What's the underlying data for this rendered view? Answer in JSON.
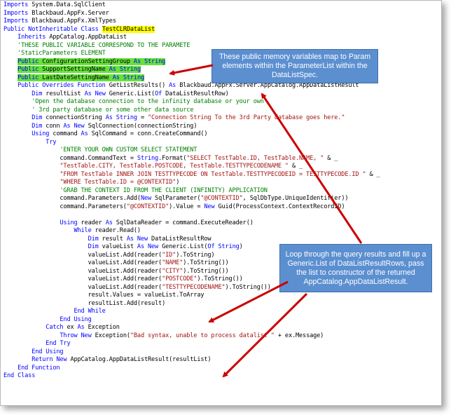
{
  "code_lines": [
    [
      {
        "t": "Imports",
        "c": "kw"
      },
      {
        "t": " System.Data.SqlClient",
        "c": "pl"
      }
    ],
    [
      {
        "t": "Imports",
        "c": "kw"
      },
      {
        "t": " Blackbaud.AppFx.Server",
        "c": "pl"
      }
    ],
    [
      {
        "t": "Imports",
        "c": "kw"
      },
      {
        "t": " Blackbaud.AppFx.XmlTypes",
        "c": "pl"
      }
    ],
    [
      {
        "t": "Public NotInheritable Class",
        "c": "kw"
      },
      {
        "t": " ",
        "c": "pl"
      },
      {
        "t": "TestCLRDataList",
        "c": "pl",
        "h": "yellow"
      }
    ],
    [
      {
        "t": "    ",
        "c": "pl"
      },
      {
        "t": "Inherits",
        "c": "kw"
      },
      {
        "t": " AppCatalog.AppDataList",
        "c": "pl"
      }
    ],
    [
      {
        "t": "    'THESE PUBLIC VARIABLE CORRESPOND TO THE PARAMETE",
        "c": "cm"
      }
    ],
    [
      {
        "t": "    'StaticParameters ELEMENT",
        "c": "cm"
      }
    ],
    [
      {
        "t": "    ",
        "c": "pl"
      },
      {
        "t": "Public",
        "c": "kw",
        "h": "green"
      },
      {
        "t": " ConfigurationSettingGroup ",
        "c": "pl",
        "h": "green"
      },
      {
        "t": "As String",
        "c": "kw",
        "h": "green"
      }
    ],
    [
      {
        "t": "    ",
        "c": "pl"
      },
      {
        "t": "Public",
        "c": "kw",
        "h": "green"
      },
      {
        "t": " SupportSettingName ",
        "c": "pl",
        "h": "green"
      },
      {
        "t": "As String",
        "c": "kw",
        "h": "green"
      }
    ],
    [
      {
        "t": "    ",
        "c": "pl"
      },
      {
        "t": "Public",
        "c": "kw",
        "h": "green"
      },
      {
        "t": " LastDateSettingName ",
        "c": "pl",
        "h": "green"
      },
      {
        "t": "As String",
        "c": "kw",
        "h": "green"
      }
    ],
    [
      {
        "t": "    ",
        "c": "pl"
      },
      {
        "t": "Public Overrides Function",
        "c": "kw"
      },
      {
        "t": " GetListResults() ",
        "c": "pl"
      },
      {
        "t": "As",
        "c": "kw"
      },
      {
        "t": " Blackbaud.AppFx.Server.AppCatalog.AppDataListResult",
        "c": "pl"
      }
    ],
    [
      {
        "t": "        ",
        "c": "pl"
      },
      {
        "t": "Dim",
        "c": "kw"
      },
      {
        "t": " resultList ",
        "c": "pl"
      },
      {
        "t": "As New",
        "c": "kw"
      },
      {
        "t": " Generic.List(",
        "c": "pl"
      },
      {
        "t": "Of",
        "c": "kw"
      },
      {
        "t": " DataListResultRow)",
        "c": "pl"
      }
    ],
    [
      {
        "t": "        'Open the database connection to the infinity database or your own",
        "c": "cm"
      }
    ],
    [
      {
        "t": "        ' 3rd party database or some other data source",
        "c": "cm"
      }
    ],
    [
      {
        "t": "        ",
        "c": "pl"
      },
      {
        "t": "Dim",
        "c": "kw"
      },
      {
        "t": " connectionString ",
        "c": "pl"
      },
      {
        "t": "As String",
        "c": "kw"
      },
      {
        "t": " = ",
        "c": "pl"
      },
      {
        "t": "\"Connection String To the 3rd Party database goes here.\"",
        "c": "str"
      }
    ],
    [
      {
        "t": "        ",
        "c": "pl"
      },
      {
        "t": "Dim",
        "c": "kw"
      },
      {
        "t": " conn ",
        "c": "pl"
      },
      {
        "t": "As New",
        "c": "kw"
      },
      {
        "t": " SqlConnection(connectionString)",
        "c": "pl"
      }
    ],
    [
      {
        "t": "        ",
        "c": "pl"
      },
      {
        "t": "Using",
        "c": "kw"
      },
      {
        "t": " command ",
        "c": "pl"
      },
      {
        "t": "As",
        "c": "kw"
      },
      {
        "t": " SqlCommand = conn.CreateCommand()",
        "c": "pl"
      }
    ],
    [
      {
        "t": "            ",
        "c": "pl"
      },
      {
        "t": "Try",
        "c": "kw"
      }
    ],
    [
      {
        "t": "                'ENTER YOUR OWN CUSTOM SELECT STATEMENT",
        "c": "cm"
      }
    ],
    [
      {
        "t": "                command.CommandText = ",
        "c": "pl"
      },
      {
        "t": "String",
        "c": "kw"
      },
      {
        "t": ".Format(",
        "c": "pl"
      },
      {
        "t": "\"SELECT TestTable.ID, TestTable.NAME, \"",
        "c": "str"
      },
      {
        "t": " & _",
        "c": "pl"
      }
    ],
    [
      {
        "t": "                ",
        "c": "pl"
      },
      {
        "t": "\"TestTable.CITY, TestTable.POSTCODE, TestTable.TESTTYPECODENAME \"",
        "c": "str"
      },
      {
        "t": " & _",
        "c": "pl"
      }
    ],
    [
      {
        "t": "                ",
        "c": "pl"
      },
      {
        "t": "\"FROM TestTable INNER JOIN TESTTYPECODE ON TestTable.TESTTYPECODEID = TESTTYPECODE.ID \"",
        "c": "str"
      },
      {
        "t": " & _",
        "c": "pl"
      }
    ],
    [
      {
        "t": "                ",
        "c": "pl"
      },
      {
        "t": "\"WHERE TestTable.ID = @CONTEXTID\"",
        "c": "str"
      },
      {
        "t": ")",
        "c": "pl"
      }
    ],
    [
      {
        "t": "                'GRAB THE CONTEXT ID FROM THE CLIENT (INFINITY) APPLICATION",
        "c": "cm"
      }
    ],
    [
      {
        "t": "                command.Parameters.Add(",
        "c": "pl"
      },
      {
        "t": "New",
        "c": "kw"
      },
      {
        "t": " SqlParameter(",
        "c": "pl"
      },
      {
        "t": "\"@CONTEXTID\"",
        "c": "str"
      },
      {
        "t": ", SqlDbType.UniqueIdentifier))",
        "c": "pl"
      }
    ],
    [
      {
        "t": "                command.Parameters(",
        "c": "pl"
      },
      {
        "t": "\"@CONTEXTID\"",
        "c": "str"
      },
      {
        "t": ").Value = ",
        "c": "pl"
      },
      {
        "t": "New",
        "c": "kw"
      },
      {
        "t": " Guid(ProcessContext.ContextRecordID)",
        "c": "pl"
      }
    ],
    [
      {
        "t": "",
        "c": "pl"
      }
    ],
    [
      {
        "t": "                ",
        "c": "pl"
      },
      {
        "t": "Using",
        "c": "kw"
      },
      {
        "t": " reader ",
        "c": "pl"
      },
      {
        "t": "As",
        "c": "kw"
      },
      {
        "t": " SqlDataReader = command.ExecuteReader()",
        "c": "pl"
      }
    ],
    [
      {
        "t": "                    ",
        "c": "pl"
      },
      {
        "t": "While",
        "c": "kw"
      },
      {
        "t": " reader.Read()",
        "c": "pl"
      }
    ],
    [
      {
        "t": "                        ",
        "c": "pl"
      },
      {
        "t": "Dim",
        "c": "kw"
      },
      {
        "t": " result ",
        "c": "pl"
      },
      {
        "t": "As New",
        "c": "kw"
      },
      {
        "t": " DataListResultRow",
        "c": "pl"
      }
    ],
    [
      {
        "t": "                        ",
        "c": "pl"
      },
      {
        "t": "Dim",
        "c": "kw"
      },
      {
        "t": " valueList ",
        "c": "pl"
      },
      {
        "t": "As New",
        "c": "kw"
      },
      {
        "t": " Generic.List(",
        "c": "pl"
      },
      {
        "t": "Of String",
        "c": "kw"
      },
      {
        "t": ")",
        "c": "pl"
      }
    ],
    [
      {
        "t": "                        valueList.Add(reader(",
        "c": "pl"
      },
      {
        "t": "\"ID\"",
        "c": "str"
      },
      {
        "t": ").ToString)",
        "c": "pl"
      }
    ],
    [
      {
        "t": "                        valueList.Add(reader(",
        "c": "pl"
      },
      {
        "t": "\"NAME\"",
        "c": "str"
      },
      {
        "t": ").ToString())",
        "c": "pl"
      }
    ],
    [
      {
        "t": "                        valueList.Add(reader(",
        "c": "pl"
      },
      {
        "t": "\"CITY\"",
        "c": "str"
      },
      {
        "t": ").ToString())",
        "c": "pl"
      }
    ],
    [
      {
        "t": "                        valueList.Add(reader(",
        "c": "pl"
      },
      {
        "t": "\"POSTCODE\"",
        "c": "str"
      },
      {
        "t": ").ToString())",
        "c": "pl"
      }
    ],
    [
      {
        "t": "                        valueList.Add(reader(",
        "c": "pl"
      },
      {
        "t": "\"TESTTYPECODENAME\"",
        "c": "str"
      },
      {
        "t": ").ToString())",
        "c": "pl"
      }
    ],
    [
      {
        "t": "                        result.Values = valueList.ToArray",
        "c": "pl"
      }
    ],
    [
      {
        "t": "                        resultList.Add(result)",
        "c": "pl"
      }
    ],
    [
      {
        "t": "                    ",
        "c": "pl"
      },
      {
        "t": "End While",
        "c": "kw"
      }
    ],
    [
      {
        "t": "                ",
        "c": "pl"
      },
      {
        "t": "End Using",
        "c": "kw"
      }
    ],
    [
      {
        "t": "            ",
        "c": "pl"
      },
      {
        "t": "Catch",
        "c": "kw"
      },
      {
        "t": " ex ",
        "c": "pl"
      },
      {
        "t": "As",
        "c": "kw"
      },
      {
        "t": " Exception",
        "c": "pl"
      }
    ],
    [
      {
        "t": "                ",
        "c": "pl"
      },
      {
        "t": "Throw New",
        "c": "kw"
      },
      {
        "t": " Exception(",
        "c": "pl"
      },
      {
        "t": "\"Bad syntax, unable to process datalist \"",
        "c": "str"
      },
      {
        "t": " + ex.Message)",
        "c": "pl"
      }
    ],
    [
      {
        "t": "            ",
        "c": "pl"
      },
      {
        "t": "End Try",
        "c": "kw"
      }
    ],
    [
      {
        "t": "        ",
        "c": "pl"
      },
      {
        "t": "End Using",
        "c": "kw"
      }
    ],
    [
      {
        "t": "        ",
        "c": "pl"
      },
      {
        "t": "Return New",
        "c": "kw"
      },
      {
        "t": " AppCatalog.AppDataListResult(resultList)",
        "c": "pl"
      }
    ],
    [
      {
        "t": "    ",
        "c": "pl"
      },
      {
        "t": "End Function",
        "c": "kw"
      }
    ],
    [
      {
        "t": "End Class",
        "c": "kw"
      }
    ]
  ],
  "callouts": {
    "top": "These public memory variables map to Param elements within the ParameterList within the DataListSpec.",
    "bottom": "Loop through the query results and fill up a Generic.List of DataListResultRows, pass the list to constructor of the returned AppCatalog.AppDataListResult."
  },
  "colors": {
    "keyword": "#0000ff",
    "string": "#a31515",
    "comment": "#008000",
    "highlight_yellow": "#ffff00",
    "highlight_green": "#66e23a",
    "callout_fill": "#5b8fd0",
    "arrow": "#cc0000"
  }
}
